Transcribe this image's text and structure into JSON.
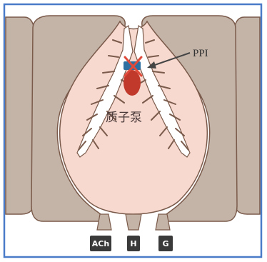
{
  "diagram": {
    "labels": {
      "ppi": "PPI",
      "proton_pump": "质子泵"
    },
    "receptors": [
      {
        "id": "ach",
        "label": "ACh"
      },
      {
        "id": "h",
        "label": "H"
      },
      {
        "id": "g",
        "label": "G"
      }
    ],
    "colors": {
      "frame_border": "#4a7bc8",
      "background": "#ffffff",
      "neighbor_cells": "#c4b4a8",
      "parietal_cell": "#f7d9cf",
      "canaliculus": "#ffffff",
      "outline": "#7a5a4a",
      "pump_body": "#c0392b",
      "pump_cap": "#2c6fa0",
      "cross_mark": "#e04a3a",
      "receptor_box": "#3a3a3a",
      "arrow": "#444444"
    }
  }
}
